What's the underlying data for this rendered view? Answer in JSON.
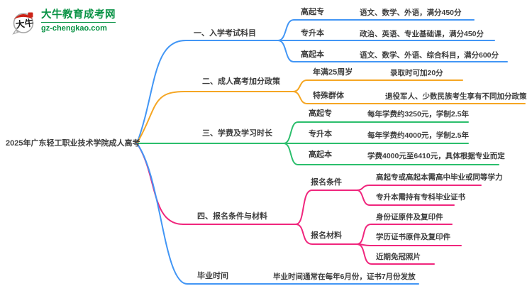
{
  "palette": {
    "branch1_blue": "#4296F5",
    "branch2_orange": "#F5A623",
    "branch3_green": "#2BBE6C",
    "branch4_pink": "#F0267D",
    "branch5_blue": "#4296F5",
    "logo_green": "#089244",
    "text": "#3D3D3D",
    "background": "#FFFFFF"
  },
  "logo": {
    "icon": "daniu-seal-icon",
    "site_name": "大牛教育成考网",
    "site_domain": "gz-chengkao.com"
  },
  "root": {
    "label": "2025年广东轻工职业技术学院成人高考"
  },
  "branches": [
    {
      "label": "一、入学考试科目",
      "color": "#4296F5",
      "children": [
        {
          "label": "高起专",
          "leaves": [
            "语文、数学、外语，满分450分"
          ]
        },
        {
          "label": "专升本",
          "leaves": [
            "政治、英语、专业基础课，满分450分"
          ]
        },
        {
          "label": "高起本",
          "leaves": [
            "语文、数学、外语、综合科目，满分600分"
          ]
        }
      ]
    },
    {
      "label": "二、成人高考加分政策",
      "color": "#F5A623",
      "children": [
        {
          "label": "年满25周岁",
          "leaves": [
            "录取时可加20分"
          ]
        },
        {
          "label": "特殊群体",
          "leaves": [
            "退役军人、少数民族考生享有不同加分政策"
          ]
        }
      ]
    },
    {
      "label": "三、学费及学习时长",
      "color": "#2BBE6C",
      "children": [
        {
          "label": "高起专",
          "leaves": [
            "每年学费约3250元，学制2.5年"
          ]
        },
        {
          "label": "专升本",
          "leaves": [
            "每年学费约4000元，学制2.5年"
          ]
        },
        {
          "label": "高起本",
          "leaves": [
            "学费4000元至6410元，具体根据专业而定"
          ]
        }
      ]
    },
    {
      "label": "四、报名条件与材料",
      "color": "#F0267D",
      "children": [
        {
          "label": "报名条件",
          "leaves": [
            "高起专或高起本需高中毕业或同等学力",
            "专升本需持有专科毕业证书"
          ]
        },
        {
          "label": "报名材料",
          "leaves": [
            "身份证原件及复印件",
            "学历证书原件及复印件",
            "近期免冠照片"
          ]
        }
      ]
    },
    {
      "label": "毕业时间",
      "color": "#4296F5",
      "leaves": [
        "毕业时间通常在每年6月份，证书7月份发放"
      ]
    }
  ]
}
